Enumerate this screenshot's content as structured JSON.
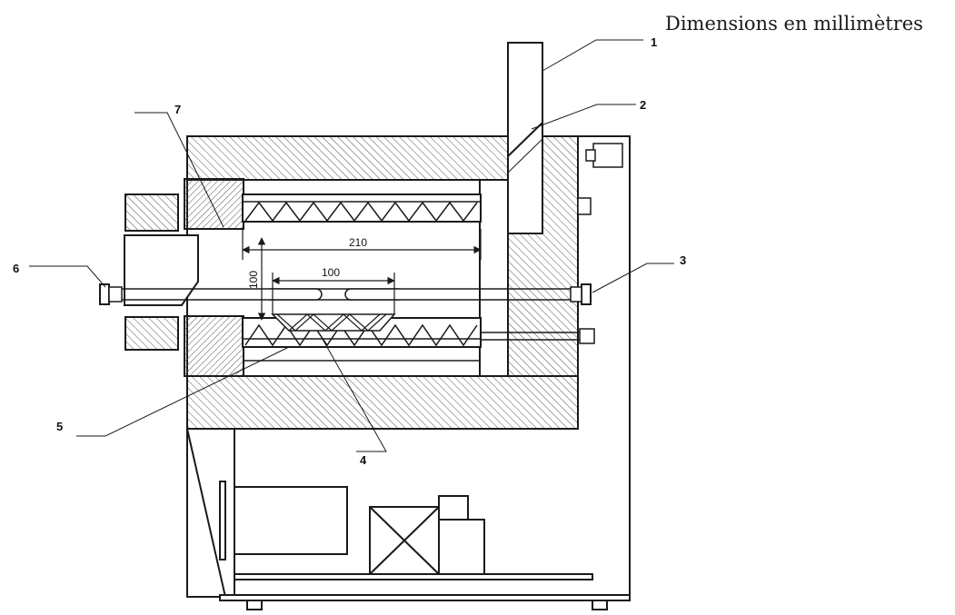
{
  "caption": "Dimensions en millimètres",
  "callouts": {
    "c1": "1",
    "c2": "2",
    "c3": "3",
    "c4": "4",
    "c5": "5",
    "c6": "6",
    "c7": "7"
  },
  "dimensions": {
    "tube_length": "210",
    "tube_height": "100",
    "sample_length": "100"
  },
  "colors": {
    "line": "#1a1a1a",
    "hatch": "#555555"
  }
}
